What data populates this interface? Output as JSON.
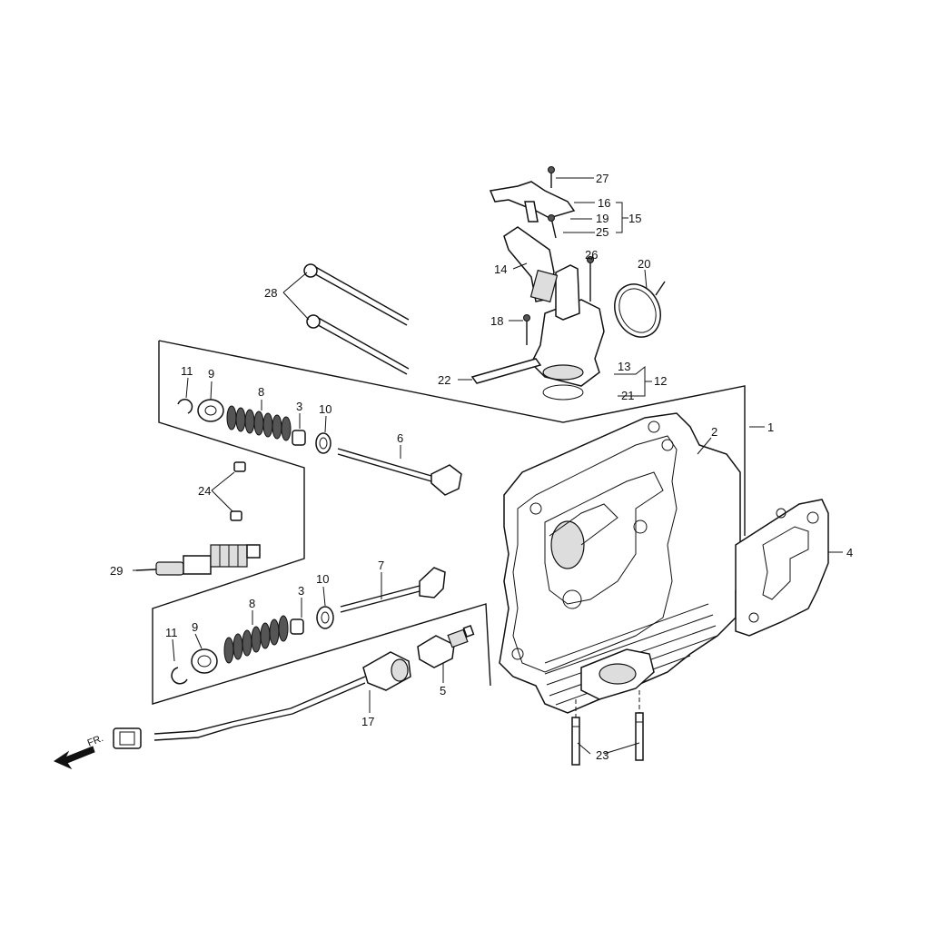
{
  "direction_label": "FR.",
  "callouts": {
    "c1": "1",
    "c2": "2",
    "c3a": "3",
    "c3b": "3",
    "c4": "4",
    "c5": "5",
    "c6": "6",
    "c7": "7",
    "c8a": "8",
    "c8b": "8",
    "c9a": "9",
    "c9b": "9",
    "c10a": "10",
    "c10b": "10",
    "c11a": "11",
    "c11b": "11",
    "c12": "12",
    "c13": "13",
    "c14": "14",
    "c15": "15",
    "c16": "16",
    "c17": "17",
    "c18": "18",
    "c19": "19",
    "c20": "20",
    "c21": "21",
    "c22": "22",
    "c23": "23",
    "c24": "24",
    "c25": "25",
    "c26": "26",
    "c27": "27",
    "c28": "28",
    "c29": "29"
  }
}
